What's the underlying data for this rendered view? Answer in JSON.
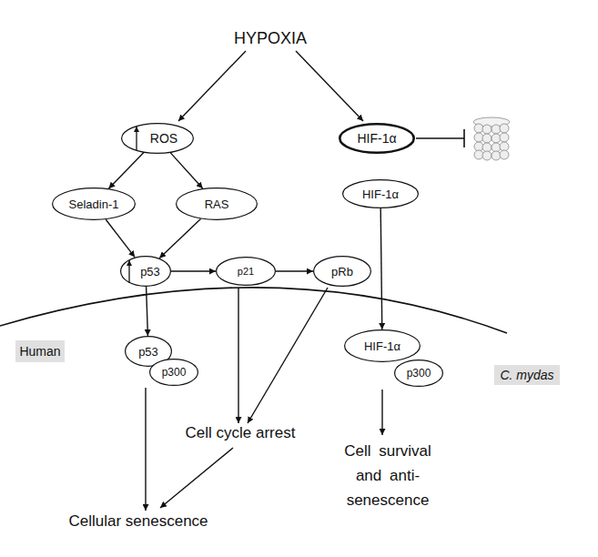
{
  "diagram": {
    "nodes": [
      {
        "text": [
          "ROS"
        ]
      },
      {
        "text": [
          "HIF-1α"
        ]
      },
      {
        "text": [
          "Seladin-1"
        ]
      },
      {
        "text": [
          "RAS"
        ]
      },
      {
        "text": [
          "HIF-1α"
        ]
      },
      {
        "text": [
          "p53"
        ]
      },
      {
        "text": [
          "p21"
        ]
      },
      {
        "text": [
          "pRb"
        ]
      },
      {
        "text": [
          "Human"
        ]
      },
      {
        "text": [
          "p53"
        ]
      },
      {
        "text": [
          "p300"
        ]
      },
      {
        "text": [
          "HIF-1α"
        ]
      },
      {
        "text": [
          "p300"
        ]
      },
      {
        "text": [
          "C. mydas"
        ]
      }
    ],
    "edges": [
      {
        "from": 0,
        "to": 2,
        "arrow": "to"
      },
      {
        "from": 0,
        "to": 3,
        "arrow": "to"
      },
      {
        "from": 2,
        "to": 5,
        "arrow": "to"
      },
      {
        "from": 3,
        "to": 5,
        "arrow": "to"
      },
      {
        "from": 5,
        "to": 6,
        "arrow": "to"
      },
      {
        "from": 6,
        "to": 7,
        "arrow": "to"
      },
      {
        "from": 5,
        "to": 9,
        "arrow": "to"
      },
      {
        "from": 4,
        "to": 11,
        "arrow": "to"
      }
    ],
    "labels": [
      "HYPOXIA",
      "Cell cycle arrest",
      "Cellular senescence",
      "Cell survival and anti-senescence"
    ]
  }
}
